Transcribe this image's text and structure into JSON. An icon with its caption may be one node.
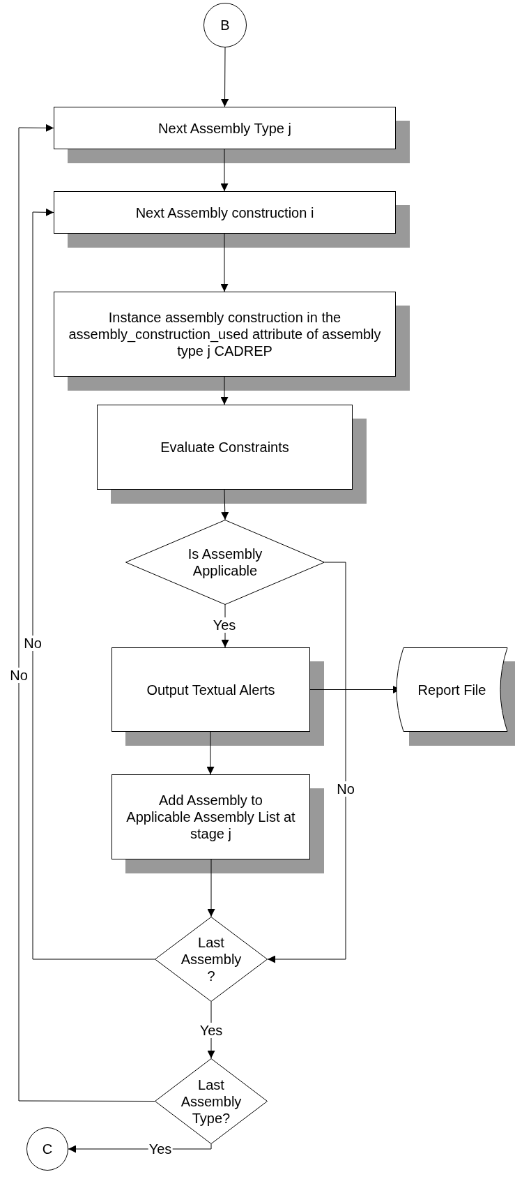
{
  "diagram": {
    "nodes": [
      {
        "text": [
          "B"
        ]
      },
      {
        "text": [
          "Next Assembly Type j"
        ]
      },
      {
        "text": [
          "Next Assembly construction i"
        ]
      },
      {
        "text": [
          "Instance assembly construction in the assembly_construction_used attribute of assembly type j CADREP"
        ]
      },
      {
        "text": [
          "Evaluate Constraints"
        ]
      },
      {
        "text": [
          "Is Assembly Applicable"
        ]
      },
      {
        "text": [
          "Output Textual Alerts"
        ]
      },
      {
        "text": [
          "Report File"
        ]
      },
      {
        "text": [
          "Add Assembly to Applicable Assembly List at stage j"
        ]
      },
      {
        "text": [
          "Last Assembly ?"
        ]
      },
      {
        "text": [
          "Last Assembly Type?"
        ]
      },
      {
        "text": [
          "C"
        ]
      }
    ],
    "edges": [
      {
        "from": 0,
        "to": 1,
        "arrow": "to"
      },
      {
        "from": 1,
        "to": 2,
        "arrow": "to"
      },
      {
        "from": 2,
        "to": 3,
        "arrow": "to"
      },
      {
        "from": 3,
        "to": 4,
        "arrow": "to"
      },
      {
        "from": 4,
        "to": 5,
        "arrow": "to"
      },
      {
        "from": 5,
        "to": 6,
        "arrow": "to",
        "label": "Yes"
      },
      {
        "from": 5,
        "to": 9,
        "arrow": "to",
        "label": "No"
      },
      {
        "from": 6,
        "to": 7,
        "arrow": "to"
      },
      {
        "from": 6,
        "to": 8,
        "arrow": "to"
      },
      {
        "from": 8,
        "to": 9,
        "arrow": "to"
      },
      {
        "from": 9,
        "to": 2,
        "arrow": "to",
        "label": "No"
      },
      {
        "from": 9,
        "to": 10,
        "arrow": "to",
        "label": "Yes"
      },
      {
        "from": 10,
        "to": 1,
        "arrow": "to",
        "label": "No"
      },
      {
        "from": 10,
        "to": 11,
        "arrow": "to",
        "label": "Yes"
      }
    ]
  }
}
